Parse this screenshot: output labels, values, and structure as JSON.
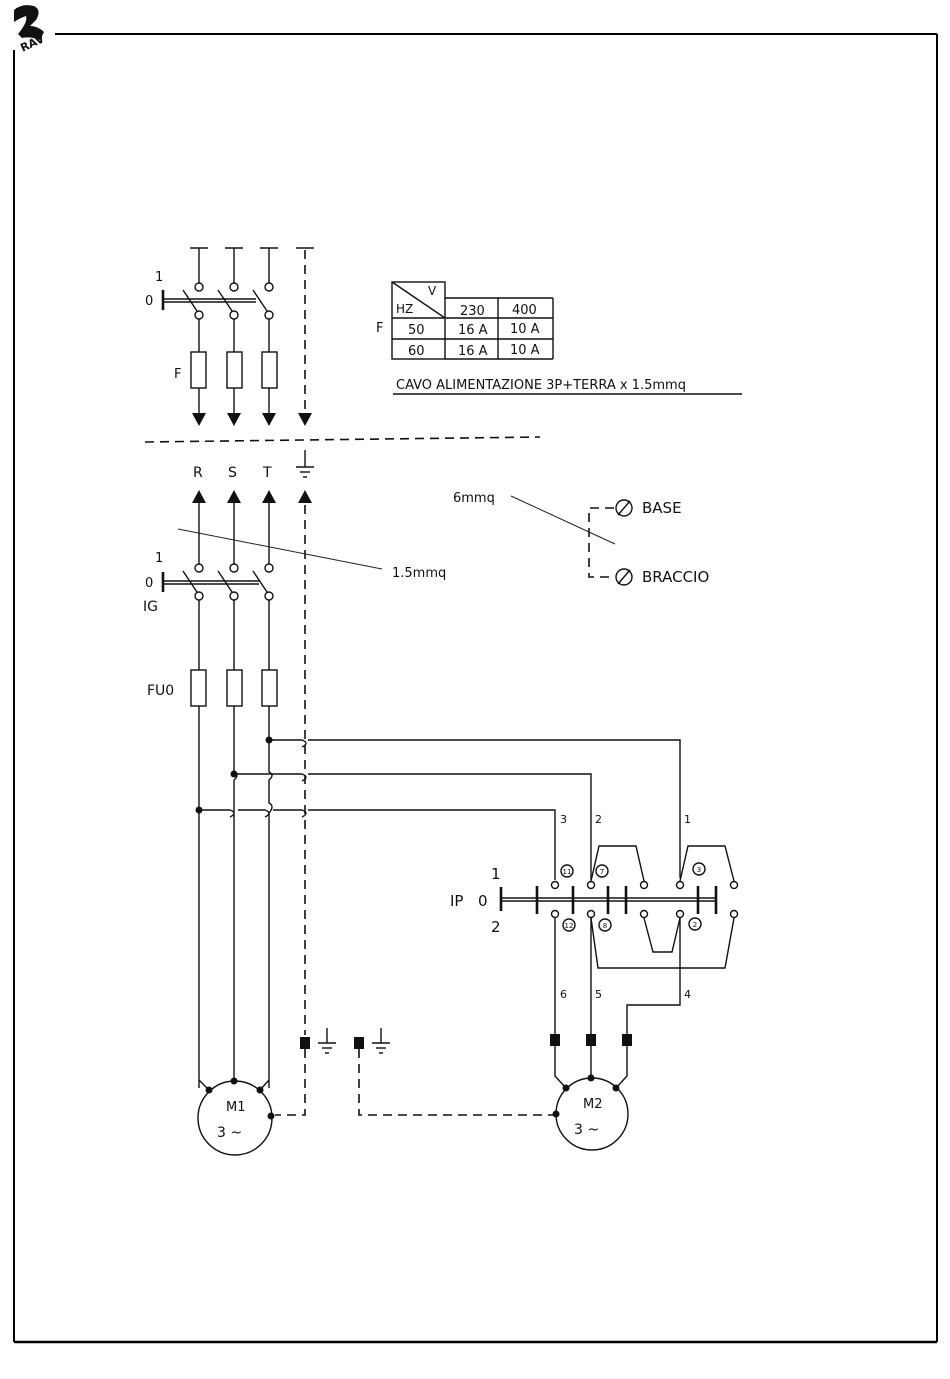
{
  "logo": {
    "text": "RAV"
  },
  "top_section": {
    "switch_labels": {
      "on": "1",
      "off": "0"
    },
    "fuse_label": "F"
  },
  "fuse_table": {
    "row_label": "F",
    "corner_hz": "HZ",
    "corner_v": "V",
    "voltages": [
      "230",
      "400"
    ],
    "rows": [
      {
        "hz": "50",
        "values": [
          "16 A",
          "10 A"
        ]
      },
      {
        "hz": "60",
        "values": [
          "16 A",
          "10 A"
        ]
      }
    ],
    "caption": "CAVO ALIMENTAZIONE 3P+TERRA x 1.5mmq"
  },
  "phases": [
    "R",
    "S",
    "T"
  ],
  "cable_main": "1.5mmq",
  "cable_ground": "6mmq",
  "ground_points": [
    "BASE",
    "BRACCIO"
  ],
  "main_switch": {
    "label": "IG",
    "on": "1",
    "off": "0"
  },
  "main_fuses": {
    "label": "FU0"
  },
  "pole_switch": {
    "label": "IP",
    "positions": [
      "1",
      "0",
      "2"
    ],
    "input_wires": [
      "3",
      "2",
      "1"
    ],
    "output_wires": [
      "6",
      "5",
      "4"
    ],
    "contacts": [
      "11",
      "7",
      "3",
      "12",
      "8",
      "2"
    ]
  },
  "motors": [
    {
      "name": "M1",
      "type": "3 ~"
    },
    {
      "name": "M2",
      "type": "3 ~"
    }
  ]
}
